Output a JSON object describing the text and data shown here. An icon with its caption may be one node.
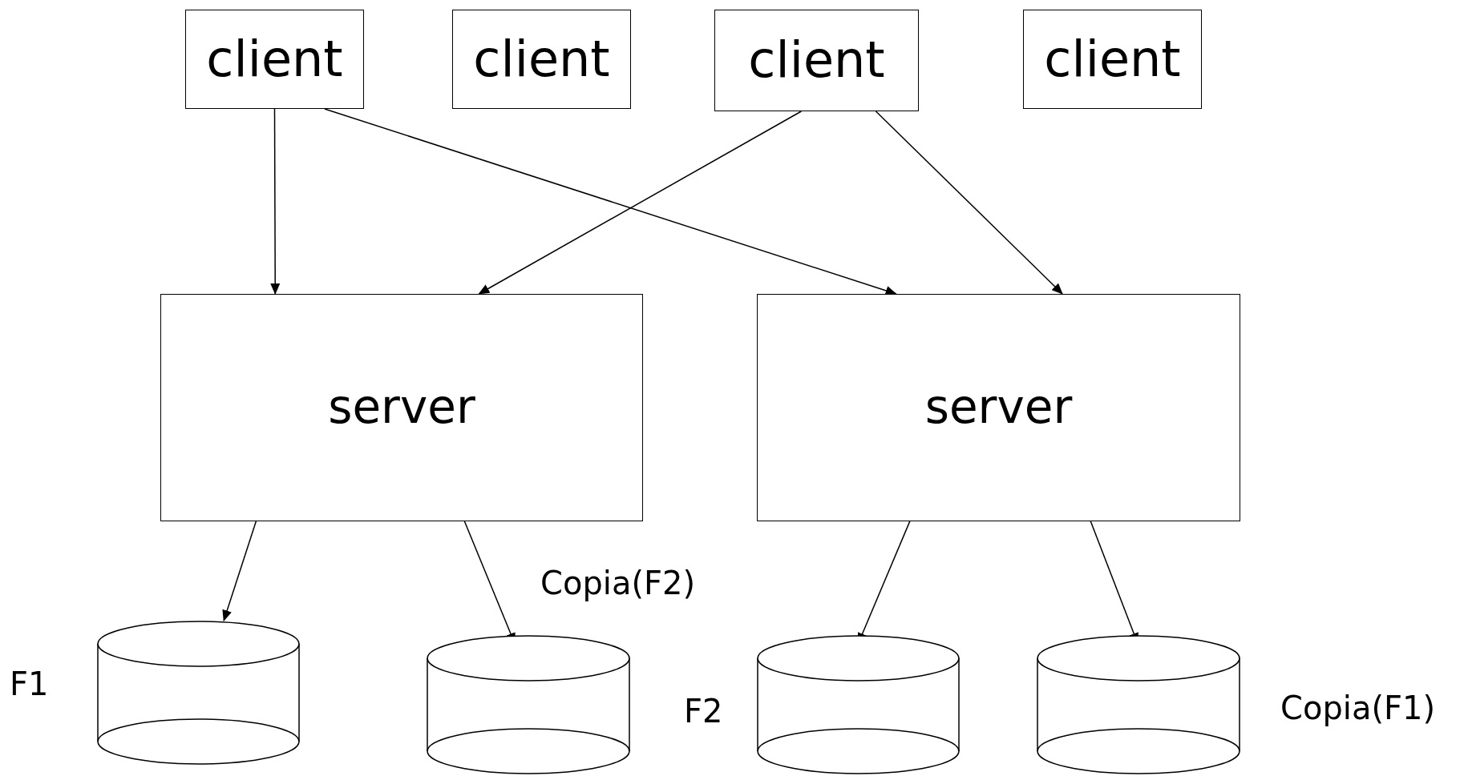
{
  "diagram": {
    "nodes": [
      {
        "text": [
          "client"
        ]
      },
      {
        "text": [
          "client"
        ]
      },
      {
        "text": [
          "client"
        ]
      },
      {
        "text": [
          "client"
        ]
      },
      {
        "text": [
          "server"
        ]
      },
      {
        "text": [
          "server"
        ]
      },
      {
        "text": [],
        "shape": "cylinder",
        "beside": [
          "F1"
        ]
      },
      {
        "text": [],
        "shape": "cylinder",
        "beside": [
          "Copia(F2)"
        ]
      },
      {
        "text": [],
        "shape": "cylinder",
        "beside": [
          "F2"
        ]
      },
      {
        "text": [],
        "shape": "cylinder",
        "beside": [
          "Copia(F1)"
        ]
      }
    ],
    "edges": [
      {
        "from": 0,
        "to": 4,
        "arrow": "to"
      },
      {
        "from": 0,
        "to": 5,
        "arrow": "to"
      },
      {
        "from": 2,
        "to": 4,
        "arrow": "to"
      },
      {
        "from": 2,
        "to": 5,
        "arrow": "to"
      },
      {
        "from": 4,
        "to": 6,
        "arrow": "to"
      },
      {
        "from": 4,
        "to": 7,
        "arrow": "to"
      },
      {
        "from": 5,
        "to": 8,
        "arrow": "to"
      },
      {
        "from": 5,
        "to": 9,
        "arrow": "to"
      }
    ]
  }
}
